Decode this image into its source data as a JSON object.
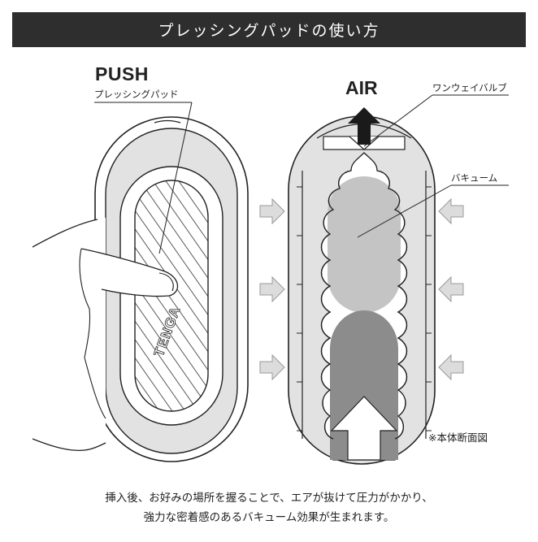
{
  "header": {
    "title": "プレッシングパッドの使い方"
  },
  "labels": {
    "push": "PUSH",
    "pressing_pad": "プレッシングパッド",
    "air": "AIR",
    "one_way_valve": "ワンウェイバルブ",
    "vacuum": "バキューム",
    "section_note": "※本体断面図",
    "logo_text": "TENGA"
  },
  "caption": {
    "line1": "挿入後、お好みの場所を握ることで、エアが抜けて圧力がかかり、",
    "line2": "強力な密着感のあるバキューム効果が生まれます。"
  },
  "colors": {
    "header_bg": "#2e2e2e",
    "body_gray": "#e2e2e2",
    "dark_gray": "#8c8c8c",
    "mid_gray": "#c4c4c4",
    "arrow_fill": "#dcdcdc",
    "line": "#222222"
  }
}
